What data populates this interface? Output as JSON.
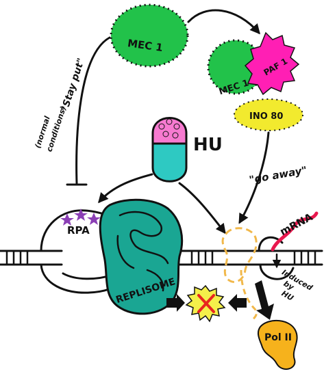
{
  "labels": {
    "mec1_top": "MEC 1",
    "mec1_right": "MEC 1",
    "paf1": "PAF 1",
    "ino80": "INO 80",
    "hu": "HU",
    "rpa": "RPA",
    "replisome": "REPLISOME",
    "mrna": "mRNA",
    "induced_line1": "Induced",
    "induced_line2": "by",
    "induced_line3": "HU",
    "pol2": "Pol II",
    "stay_put": "\"Stay put\"",
    "normal_line1": "(normal",
    "normal_line2": "conditions)",
    "go_away": "\"go away\""
  },
  "colors": {
    "mec1": "#22c24a",
    "paf1": "#ff1fb4",
    "ino80": "#f2ea2e",
    "hu_cap": "#f77ad0",
    "hu_body": "#2ec9c2",
    "replisome": "#1aa693",
    "rpa_star": "#8b3fb5",
    "stop_burst": "#f4ef4a",
    "stop_x": "#e8261f",
    "mrna": "#e8184e",
    "pol2": "#f6b21c"
  },
  "icons": {
    "stop": "x-mark-icon",
    "star": "star-icon"
  }
}
